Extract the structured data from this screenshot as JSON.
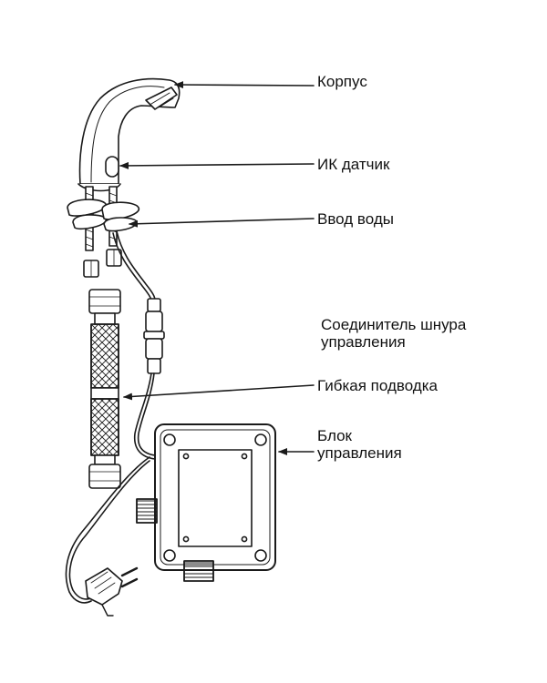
{
  "colors": {
    "line": "#1a1a1a",
    "text": "#111111",
    "background": "#ffffff"
  },
  "labels": {
    "body": "Корпус",
    "ir_sensor": "ИК датчик",
    "water_inlet": "Ввод воды",
    "connector_line1": "Соединитель шнура",
    "connector_line2": "управления",
    "hose": "Гибкая подводка",
    "control_line1": "Блок",
    "control_line2": "управления"
  }
}
